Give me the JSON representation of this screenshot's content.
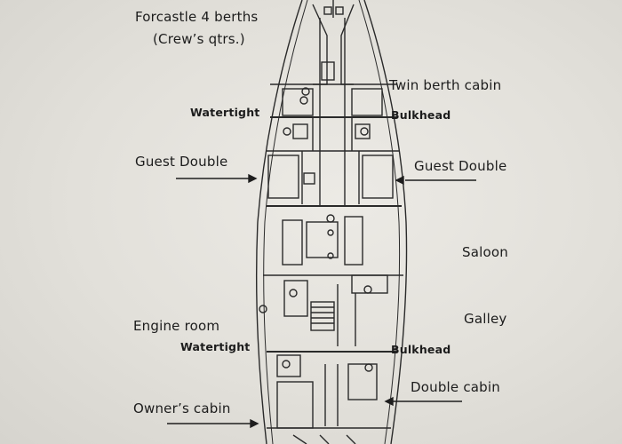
{
  "labels": {
    "forecastle": "Forcastle 4 berths",
    "crew_qtrs": "(Crew’s qtrs.)",
    "twin_berth": "Twin berth cabin",
    "watertight_fwd": "Watertight",
    "bulkhead_fwd": "Bulkhead",
    "guest_double_port": "Guest Double",
    "guest_double_stbd": "Guest Double",
    "saloon": "Saloon",
    "galley": "Galley",
    "engine_room": "Engine room",
    "watertight_aft": "Watertight",
    "bulkhead_aft": "Bulkhead",
    "double_cabin": "Double cabin",
    "owners_cabin": "Owner’s cabin"
  }
}
